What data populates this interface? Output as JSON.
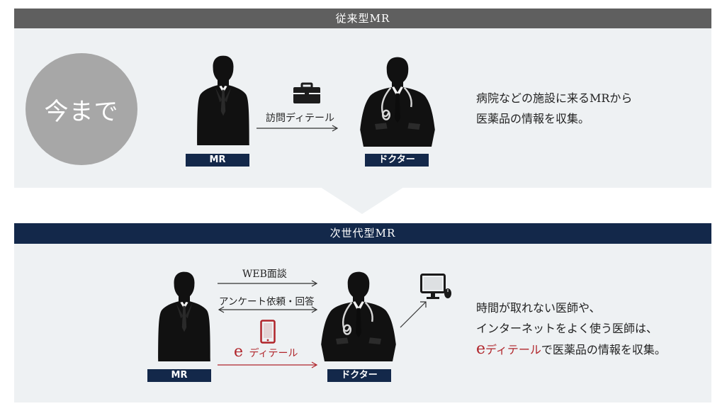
{
  "top": {
    "header": "従来型MR",
    "circle_label": "今まで",
    "arrow_label": "訪問ディテール",
    "left_tag": "MR",
    "right_tag": "ドクター",
    "desc_line1": "病院などの施設に来るMRから",
    "desc_line2": "医薬品の情報を収集。"
  },
  "bottom": {
    "header": "次世代型MR",
    "arrow1_label": "WEB面談",
    "arrow2_label": "アンケート依頼・回答",
    "arrow3_e": "e",
    "arrow3_label": "ディテール",
    "left_tag": "MR",
    "right_tag": "ドクター",
    "desc_line1": "時間が取れない医師や、",
    "desc_line2": "インターネットをよく使う医師は、",
    "desc_line3_e": "e",
    "desc_line3_red": "ディテール",
    "desc_line3_rest": "で医薬品の情報を収集。"
  },
  "colors": {
    "dark_gray_bar": "#5f5f5f",
    "navy": "#13284a",
    "panel": "#eef1f3",
    "accent_red": "#b0252b",
    "circle": "#a7a7a7"
  },
  "icons": [
    "briefcase-icon",
    "tablet-icon",
    "monitor-mouse-icon"
  ]
}
